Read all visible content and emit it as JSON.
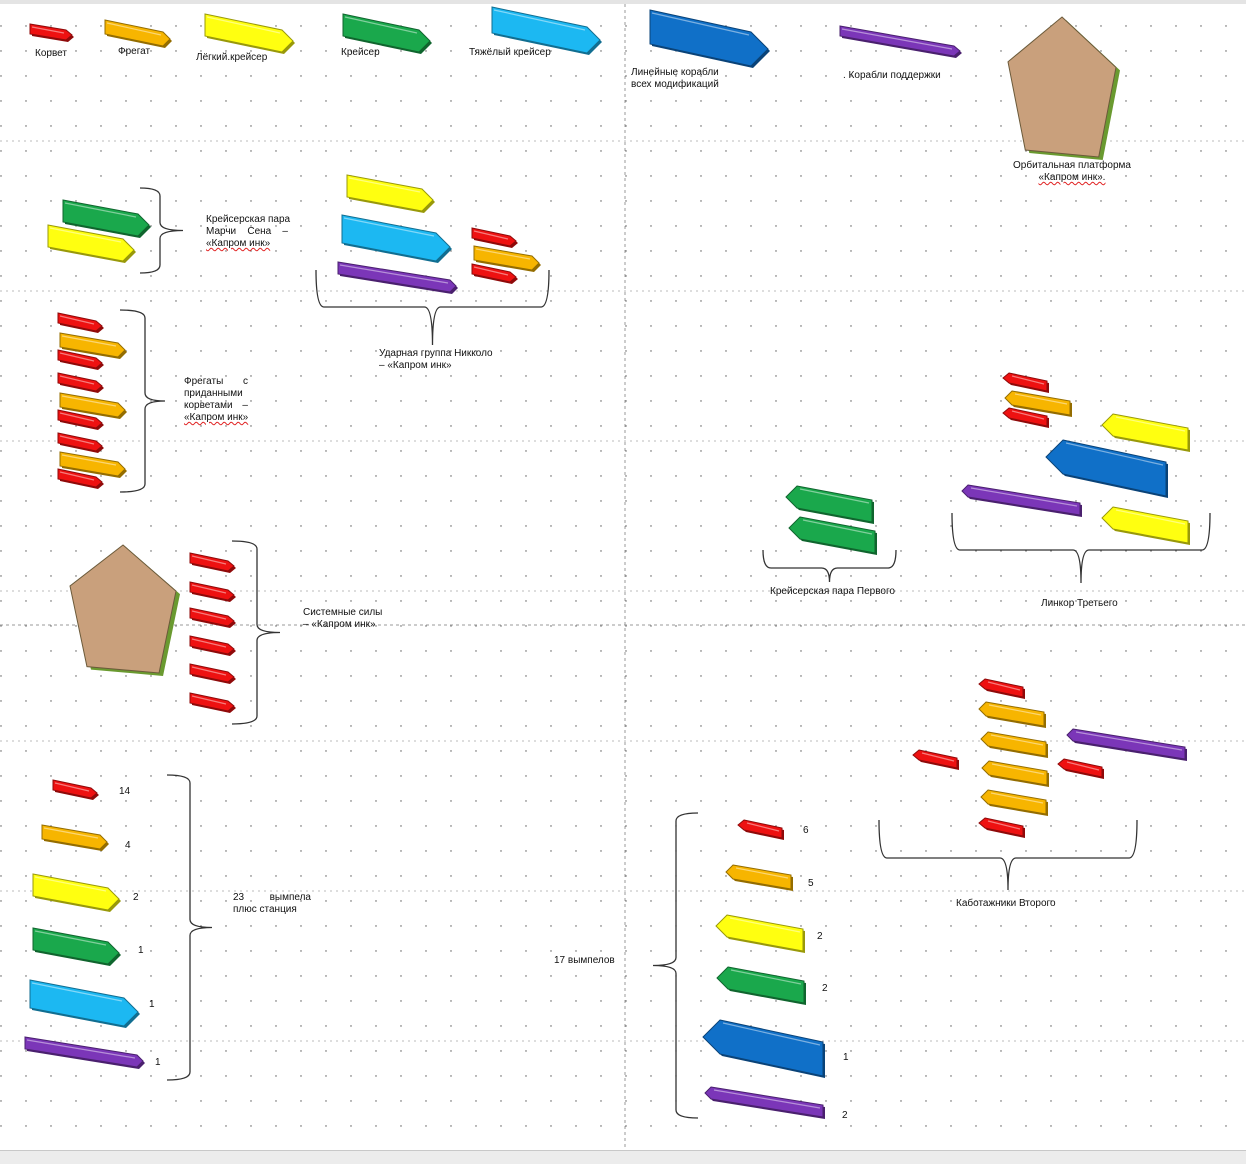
{
  "colors": {
    "corvette": "#ee1111",
    "frigate": "#f7b500",
    "light_cruiser": "#ffff10",
    "cruiser": "#1aa84c",
    "heavy_cruiser": "#1cb8f2",
    "battleship": "#1070c8",
    "support": "#7b36b8",
    "platform": "#c9a07c",
    "platform_edge": "#6a9a30"
  },
  "legend": {
    "corvette": "Корвет",
    "frigate": "Фрегат",
    "light_cruiser": "Лёгкий.крейсер",
    "cruiser": "Крейсер",
    "heavy_cruiser": "Тяжёлый крейсер",
    "battleship_line1": "Линейные  корабли",
    "battleship_line2": "всех модификаций",
    "support": ". Корабли поддержки",
    "platform_line1": "Орбитальная платформа",
    "platform_line2": "«Капром инк»."
  },
  "groups": {
    "cruiser_pair_marchi": {
      "line1": "Крейсерская пара",
      "line2": "Марчи   Сена   –",
      "line3": "«Капром инк»"
    },
    "strike_group": {
      "line1": "Ударная  группа  Никколо",
      "line2": "– «Капром инк»"
    },
    "frigates": {
      "line1": "Фрегаты        с",
      "line2": "приданными",
      "line3": "корветами    –",
      "line4": "«Капром инк»"
    },
    "system_forces": {
      "line1": "Системные  силы",
      "line2": "– «Капром инк»"
    },
    "totals_left": {
      "line1": "23          вымпела",
      "line2": "плюс станция",
      "counts": [
        "14",
        "4",
        "2",
        "1",
        "1",
        "1"
      ]
    },
    "cruiser_pair_first": {
      "label": "Крейсерская пара Первого"
    },
    "linkor_third": {
      "label": "Линкор Третьего"
    },
    "cabotage_second": {
      "label": "Каботажники Второго"
    },
    "totals_right": {
      "label": "17 вымпелов",
      "counts": [
        "6",
        "5",
        "2",
        "2",
        "1",
        "2"
      ]
    }
  }
}
